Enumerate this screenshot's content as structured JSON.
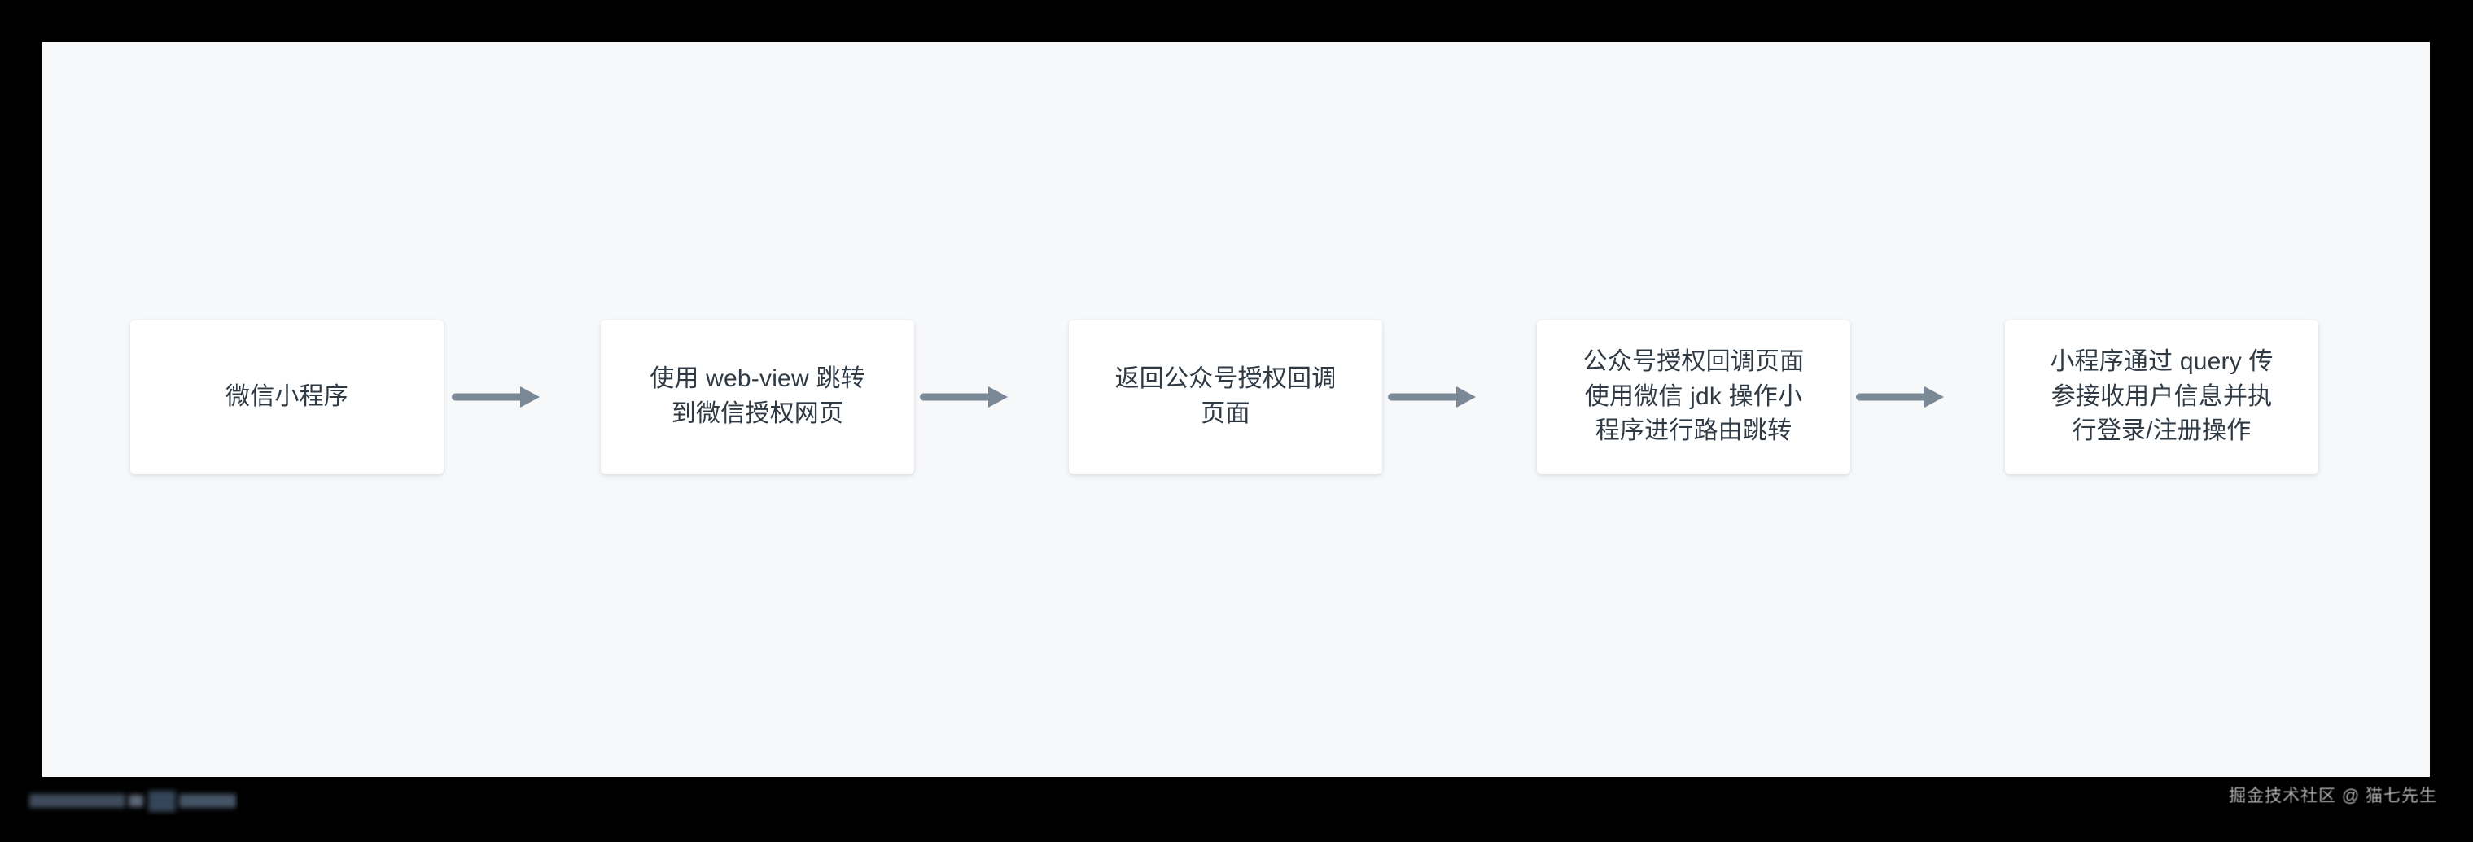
{
  "canvas": {
    "background_color": "#f6f8fa",
    "page_background_color": "#000000"
  },
  "diagram": {
    "type": "flowchart",
    "orientation": "left-to-right",
    "node_fill_color": "#ffffff",
    "node_text_color": "#2f3a45",
    "arrow_color": "#7b8896",
    "nodes": [
      {
        "id": "n1",
        "label": "微信小程序"
      },
      {
        "id": "n2",
        "label": "使用 web-view 跳转\n到微信授权网页"
      },
      {
        "id": "n3",
        "label": "返回公众号授权回调\n页面"
      },
      {
        "id": "n4",
        "label": "公众号授权回调页面\n使用微信 jdk 操作小\n程序进行路由跳转"
      },
      {
        "id": "n5",
        "label": "小程序通过 query 传\n参接收用户信息并执\n行登录/注册操作"
      }
    ],
    "edges": [
      {
        "id": "e1",
        "from": "n1",
        "to": "n2",
        "label": ""
      },
      {
        "id": "e2",
        "from": "n2",
        "to": "n3",
        "label": ""
      },
      {
        "id": "e3",
        "from": "n3",
        "to": "n4",
        "label": ""
      },
      {
        "id": "e4",
        "from": "n4",
        "to": "n5",
        "label": ""
      }
    ]
  },
  "watermarks": {
    "bottom_right": "掘金技术社区 @ 猫七先生",
    "bottom_left_redacted": ""
  }
}
